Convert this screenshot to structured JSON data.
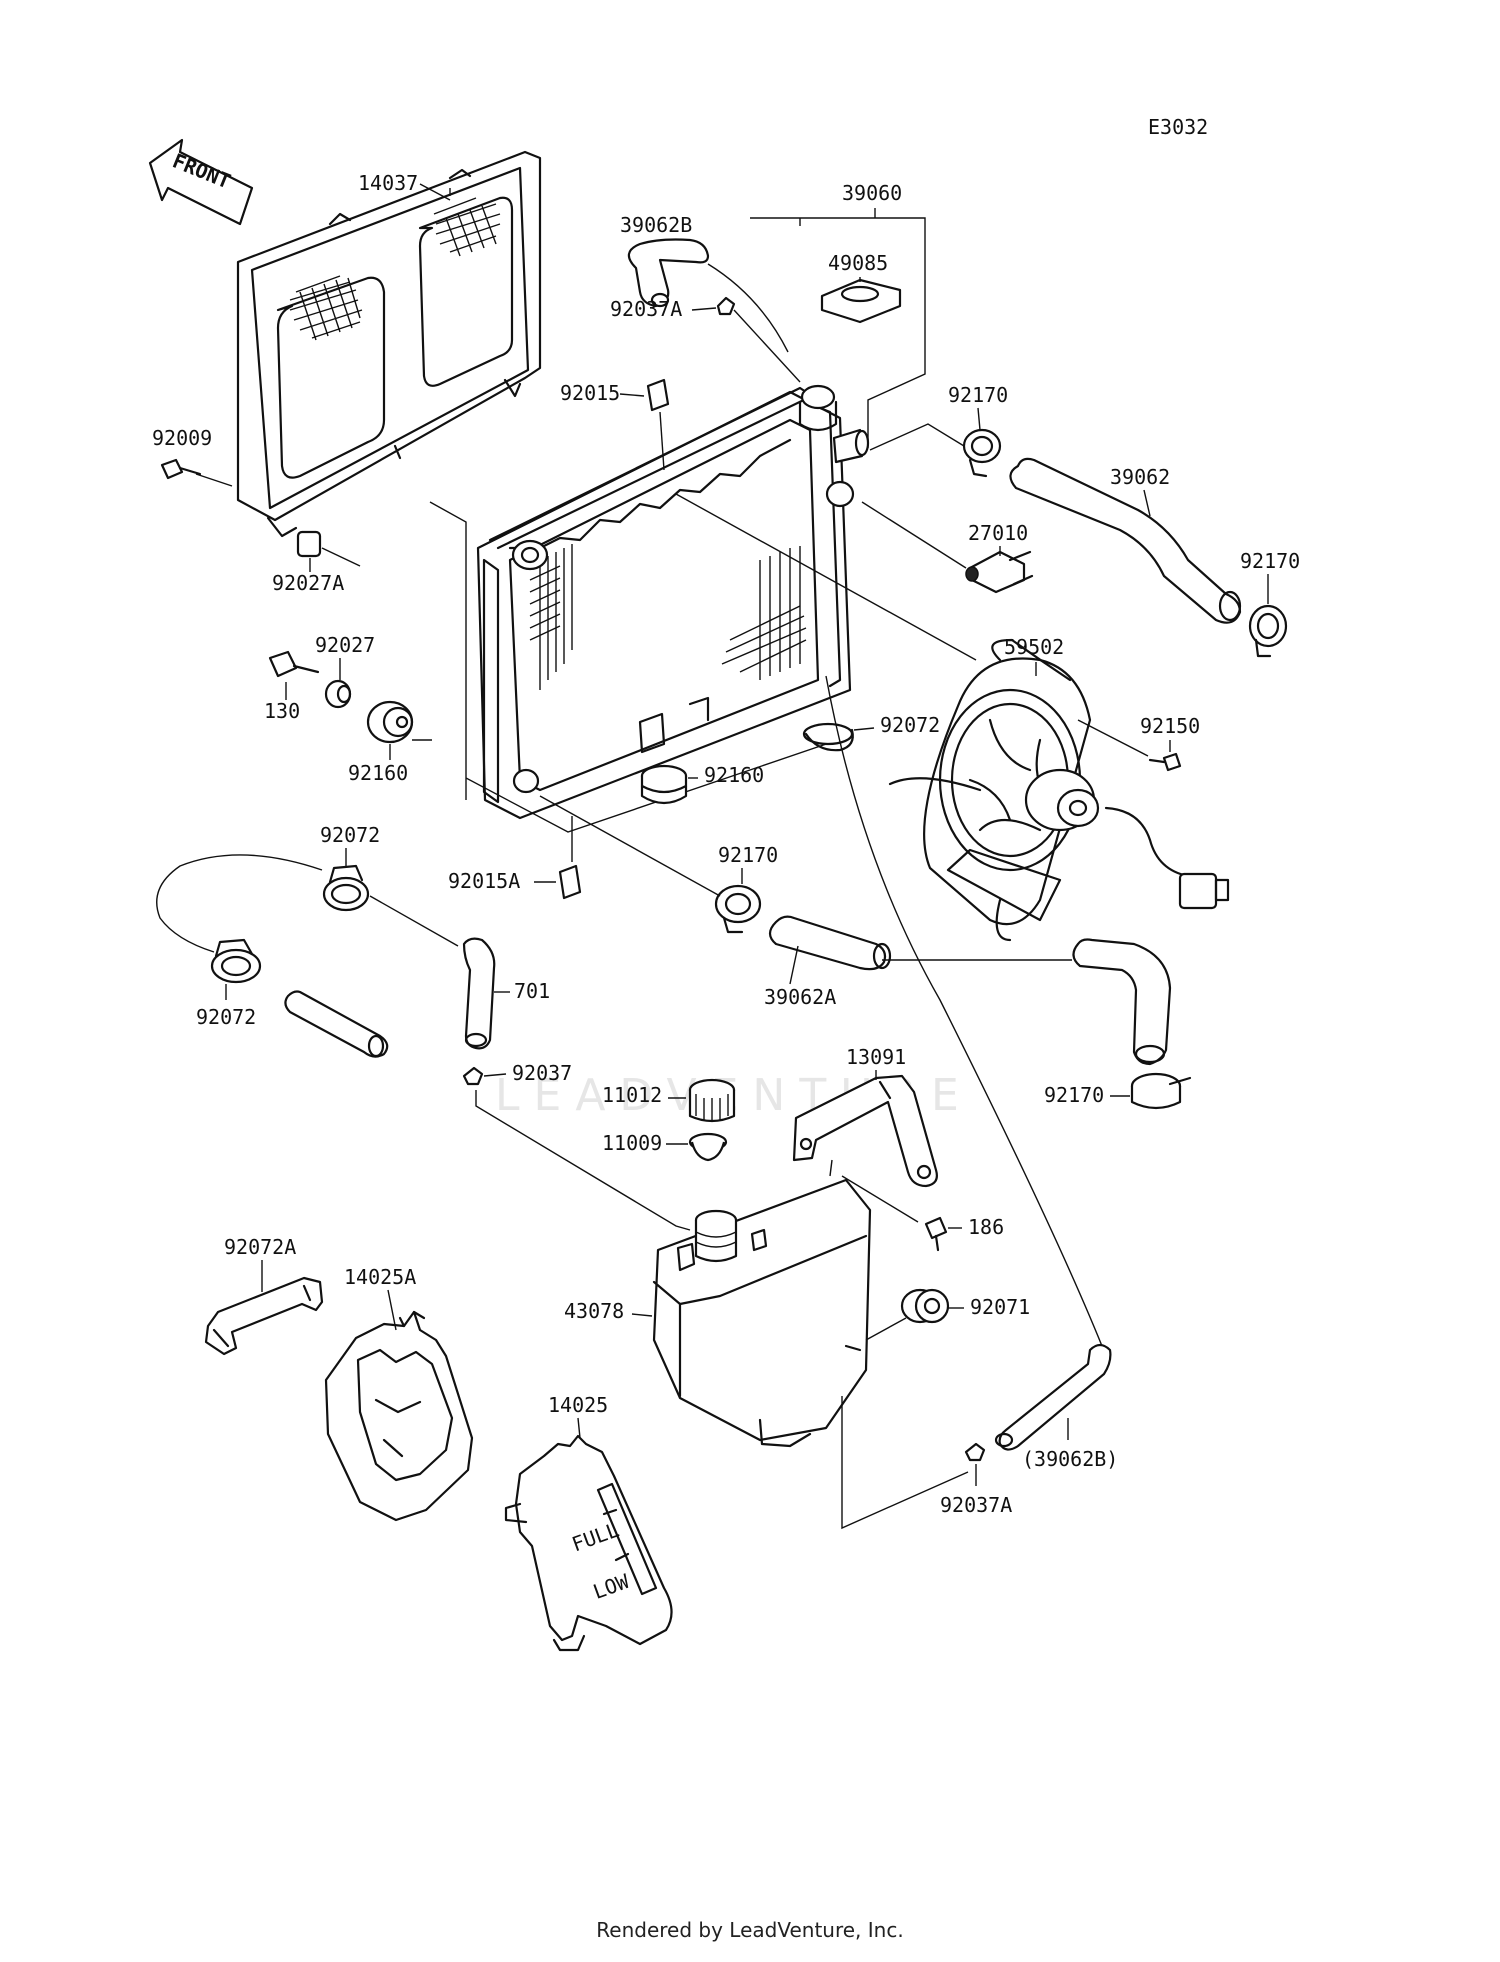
{
  "diagram_code": "E3032",
  "front_label": "FRONT",
  "watermark": "LEADVENTURE",
  "footer": "Rendered by LeadVenture, Inc.",
  "callouts": {
    "c14037": "14037",
    "c39060": "39060",
    "c39062B": "39062B",
    "c49085": "49085",
    "c92037A_top": "92037A",
    "c92015": "92015",
    "c92170_a": "92170",
    "c39062": "39062",
    "c92009": "92009",
    "c27010": "27010",
    "c92170_b": "92170",
    "c92027A": "92027A",
    "c92027": "92027",
    "c59502": "59502",
    "c130": "130",
    "c92072_mid": "92072",
    "c92150": "92150",
    "c92160_left": "92160",
    "c92160_mid": "92160",
    "c92072_left_top": "92072",
    "c92170_c": "92170",
    "c92015A": "92015A",
    "c701": "701",
    "c39062A": "39062A",
    "c92072_left_bot": "92072",
    "c92037": "92037",
    "c13091": "13091",
    "c11012": "11012",
    "c92170_d": "92170",
    "c11009": "11009",
    "c186": "186",
    "c92072A": "92072A",
    "c14025A": "14025A",
    "c43078": "43078",
    "c92071": "92071",
    "c14025": "14025",
    "c39062B_paren": "(39062B)",
    "c92037A_bot": "92037A",
    "tank_full": "FULL",
    "tank_low": "LOW"
  }
}
